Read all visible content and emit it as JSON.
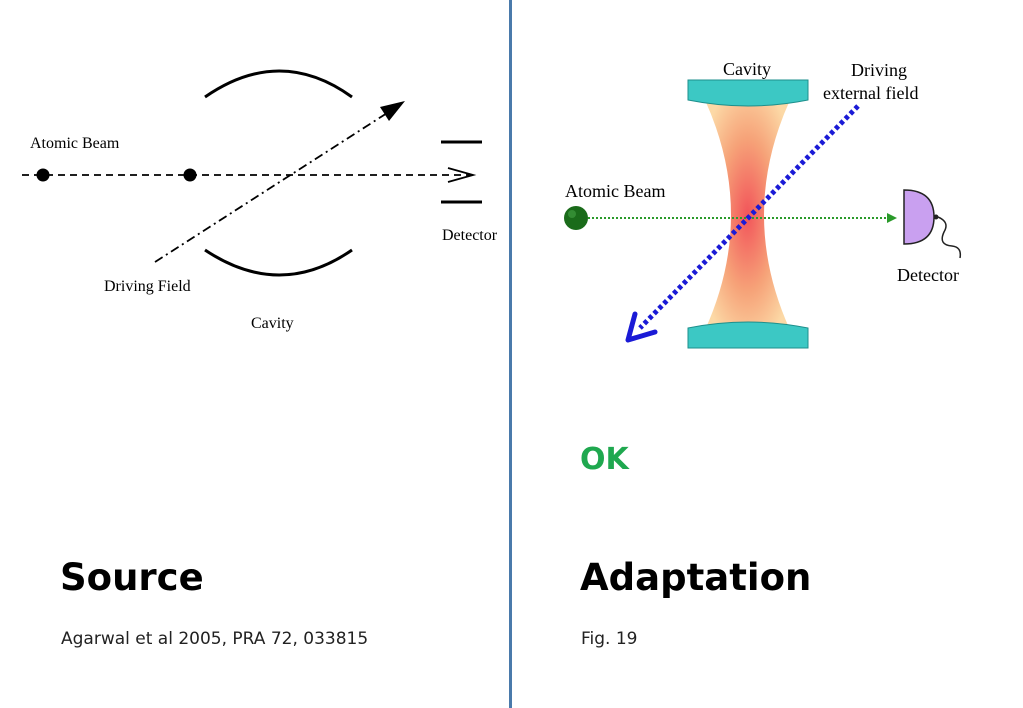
{
  "source_panel": {
    "labels": {
      "atomic_beam": "Atomic Beam",
      "detector": "Detector",
      "driving_field": "Driving Field",
      "cavity": "Cavity"
    },
    "heading": "Source",
    "citation": "Agarwal et al 2005, PRA 72, 033815"
  },
  "adaptation_panel": {
    "labels": {
      "cavity": "Cavity",
      "driving_line1": "Driving",
      "driving_line2": "external field",
      "atomic_beam": "Atomic Beam",
      "detector": "Detector"
    },
    "status": "OK",
    "heading": "Adaptation",
    "caption": "Fig. 19"
  },
  "colors": {
    "divider": "#4a7aab",
    "status_ok": "#1fa84f",
    "mirror": "#3cc8c4",
    "beam_arrow": "#1a1ad6",
    "atom": "#1a6b1a",
    "atom_path": "#2a9a2a",
    "detector": "#c9a0f0"
  }
}
